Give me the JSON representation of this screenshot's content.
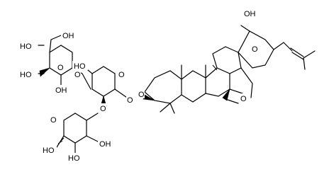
{
  "labels": {
    "ring_O": "O",
    "glycosidic_O": "O",
    "OH": "OH",
    "HO": "HO"
  },
  "colors": {
    "ink": "#000000",
    "background": "#ffffff"
  }
}
